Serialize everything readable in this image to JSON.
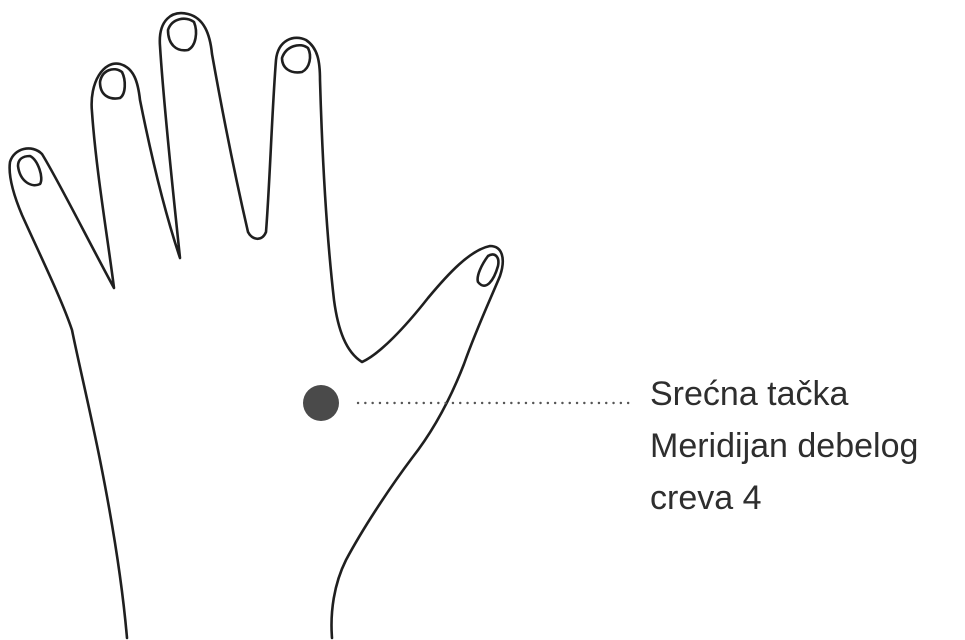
{
  "annotation": {
    "line1": "Srećna tačka",
    "line2": "Meridijan debelog",
    "line3": "creva 4"
  },
  "colors": {
    "outline": "#1f1f1f",
    "point": "#4a4a4a",
    "leader": "#555555",
    "text": "#2e2e2e"
  }
}
